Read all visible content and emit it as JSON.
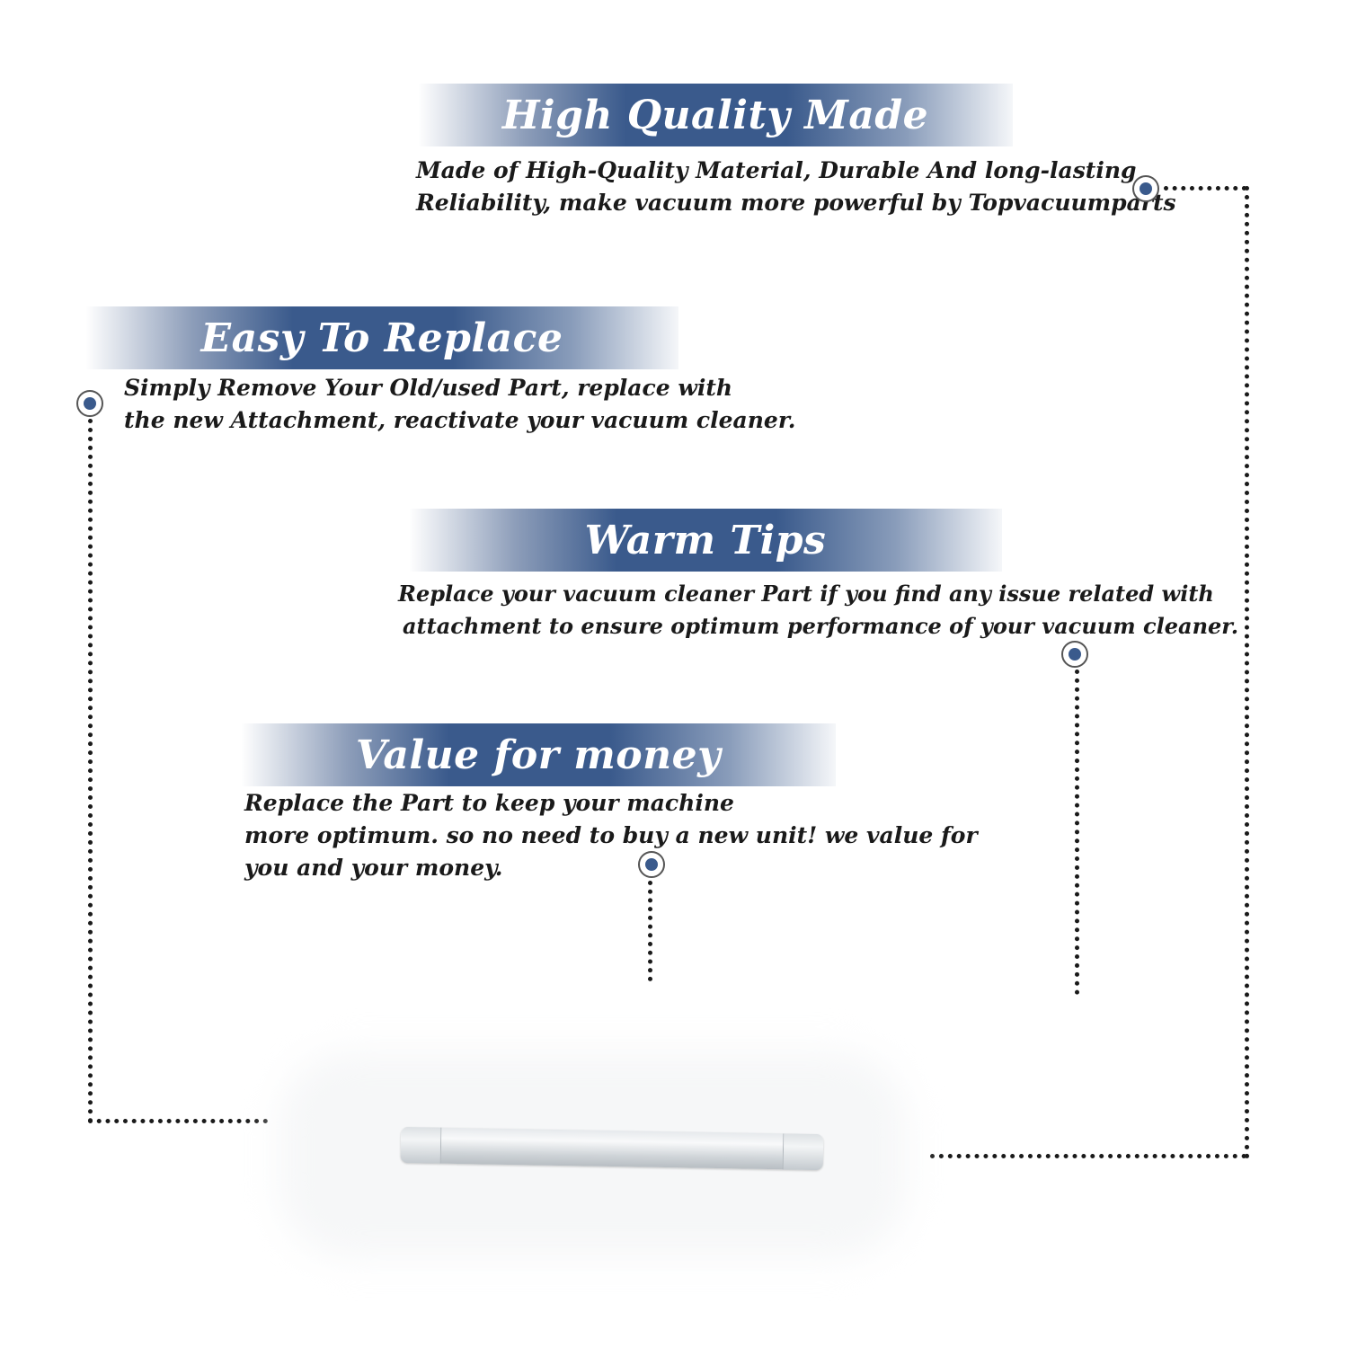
{
  "sections": [
    {
      "title": "High Quality Made",
      "lines": [
        "Made of  High-Quality Material, Durable And long-lasting",
        "Reliability, make vacuum more powerful by Topvacuumparts"
      ]
    },
    {
      "title": "Easy To Replace",
      "lines": [
        "Simply Remove Your Old/used Part, replace with",
        "the new Attachment, reactivate your vacuum cleaner."
      ]
    },
    {
      "title": "Warm Tips",
      "lines": [
        "Replace your vacuum cleaner Part if you find any issue related with",
        "attachment to ensure optimum performance of your vacuum cleaner."
      ]
    },
    {
      "title": "Value for money",
      "lines": [
        "Replace the Part to keep your machine",
        "more optimum. so no need to buy a new unit! we value for",
        "you and your money."
      ]
    }
  ],
  "colors": {
    "banner": "#3a5a8c",
    "pin": "#3a5a8c",
    "text": "#1a1a1a"
  },
  "product": {
    "icon": "extension-wand-tube"
  }
}
